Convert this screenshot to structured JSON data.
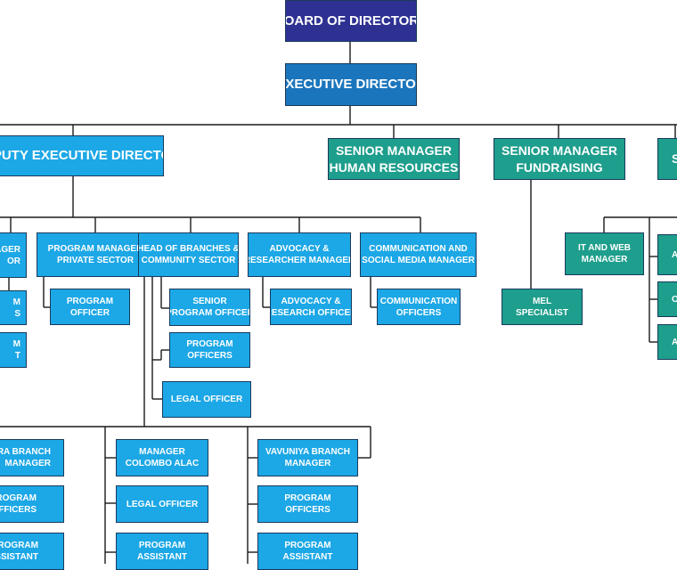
{
  "colors": {
    "board": "#2e3192",
    "executive": "#1b75bc",
    "blue_unit": "#1ca7e6",
    "teal_unit": "#1e9e8c",
    "connector": "#1a1a1a"
  },
  "nodes": {
    "board": [
      "BOARD OF DIRECTORS"
    ],
    "executive_director": [
      "EXECUTIVE DIRECTOR"
    ],
    "deputy_director": [
      "DEPUTY EXECUTIVE DIRECTOR"
    ],
    "sm_hr": [
      "SENIOR MANAGER",
      "HUMAN RESOURCES"
    ],
    "sm_fundraising": [
      "SENIOR MANAGER",
      "FUNDRAISING"
    ],
    "sm_partial": [
      "S"
    ],
    "pm_partial_left": [
      "AGER",
      "OR"
    ],
    "pm_private": [
      "PROGRAM MANAGER",
      "PRIVATE SECTOR"
    ],
    "head_branches": [
      "HEAD OF BRANCHES &",
      "COMMUNITY SECTOR"
    ],
    "advocacy_manager": [
      "ADVOCACY &",
      "RESEARCHER MANAGER"
    ],
    "comm_manager": [
      "COMMUNICATION AND",
      "SOCIAL MEDIA MANAGER"
    ],
    "partial_m_s": [
      "M",
      "S"
    ],
    "partial_m_t": [
      "M",
      "T"
    ],
    "program_officer_private": [
      "PROGRAM",
      "OFFICER"
    ],
    "senior_program_officer": [
      "SENIOR",
      "PROGRAM OFFICER"
    ],
    "program_officers_branches": [
      "PROGRAM",
      "OFFICERS"
    ],
    "legal_officer_branches": [
      "LEGAL OFFICER"
    ],
    "advocacy_officer": [
      "ADVOCACY &",
      "RESEARCH OFFICER"
    ],
    "comm_officers": [
      "COMMUNICATION",
      "OFFICERS"
    ],
    "mel_specialist": [
      "MEL",
      "SPECIALIST"
    ],
    "it_web_manager": [
      "IT AND WEB",
      "MANAGER"
    ],
    "right_partial_1": [
      "A"
    ],
    "right_partial_2": [
      "O"
    ],
    "right_partial_3": [
      "A"
    ],
    "ampara_branch_manager": [
      "ARA BRANCH",
      "MANAGER"
    ],
    "ampara_program_officers": [
      "PROGRAM",
      "OFFICERS"
    ],
    "ampara_program_assistant": [
      "PROGRAM",
      "ASSISTANT"
    ],
    "colombo_manager": [
      "MANAGER",
      "COLOMBO ALAC"
    ],
    "colombo_legal_officer": [
      "LEGAL OFFICER"
    ],
    "colombo_program_assistant": [
      "PROGRAM",
      "ASSISTANT"
    ],
    "vavuniya_manager": [
      "VAVUNIYA BRANCH",
      "MANAGER"
    ],
    "vavuniya_program_officers": [
      "PROGRAM",
      "OFFICERS"
    ],
    "vavuniya_program_assistant": [
      "PROGRAM",
      "ASSISTANT"
    ]
  }
}
